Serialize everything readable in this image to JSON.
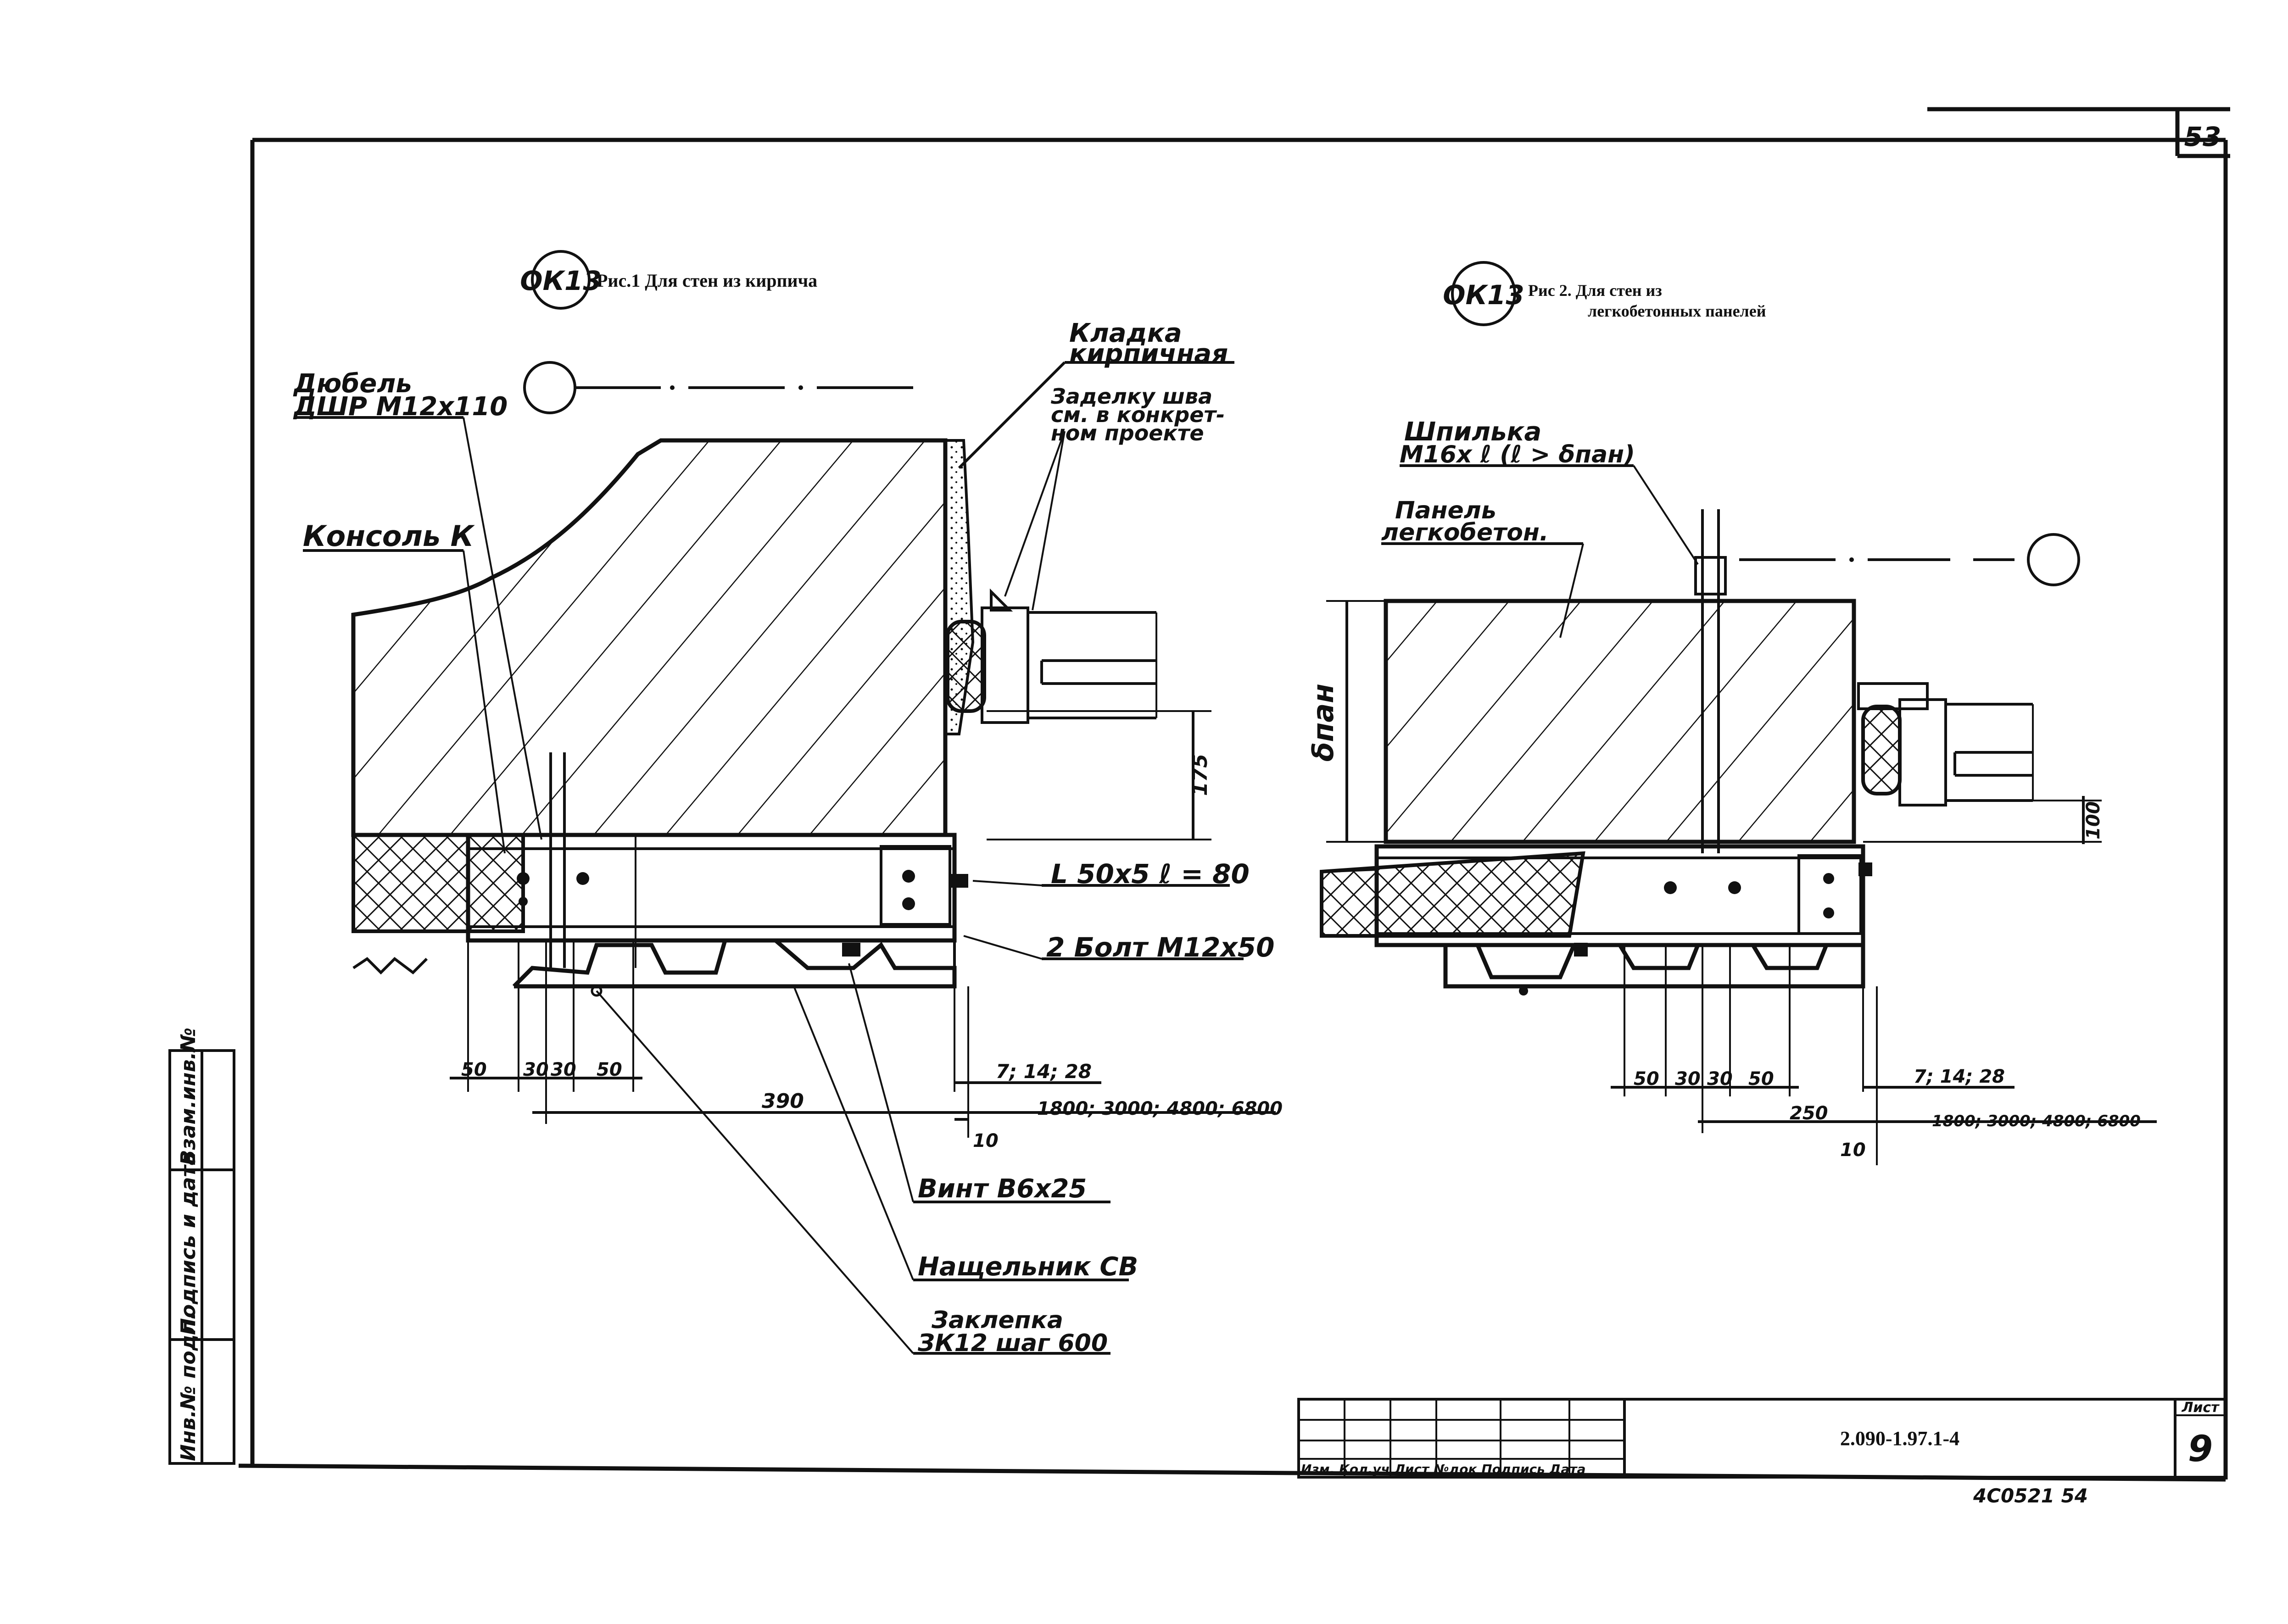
{
  "sheet": {
    "page_number": "53",
    "doc_code": "2.090-1.97.1-4",
    "sheet_label": "Лист",
    "sheet_number": "9",
    "archive_number": "4С0521   54",
    "title_block_row": "Изм. Кол.уч Лист №док Подпись Дата",
    "side_stamps": [
      "Инв.№ подл.",
      "Подпись и дата",
      "Взам.инв.№"
    ]
  },
  "figure1": {
    "marker": "ОК13",
    "caption": "Рис.1 Для стен из кирпича",
    "labels": {
      "masonry": [
        "Кладка",
        "кирпичная"
      ],
      "seal": [
        "Заделку шва",
        "см. в конкрет-",
        "ном проекте"
      ],
      "dowel": [
        "Дюбель",
        "ДШР М12х110"
      ],
      "bracket": "Консоль К",
      "angle": "L 50х5  ℓ = 80",
      "bolts": "2 Болт  М12х50",
      "screw": "Винт В6х25",
      "sill": "Нащельник СВ",
      "rivet": [
        "Заклепка",
        "ЗК12 шаг 600"
      ]
    },
    "dims": {
      "d1": "50",
      "d2": "30",
      "d3": "30",
      "d4": "50",
      "depth": "390",
      "height": "175",
      "gap": "7; 14; 28",
      "lengths": "1800; 3000; 4800; 6800",
      "offset": "10"
    }
  },
  "figure2": {
    "marker": "ОК13",
    "caption_line1": "Рис 2. Для стен из",
    "caption_line2": "легкобетонных панелей",
    "labels": {
      "stud": [
        "Шпилька",
        "М16х ℓ (ℓ > δпан)"
      ],
      "panel": [
        "Панель",
        "легкобетон."
      ],
      "thickness": "δпан"
    },
    "dims": {
      "d1": "50",
      "d2": "30",
      "d3": "30",
      "d4": "50",
      "depth": "250",
      "height": "100",
      "gap": "7; 14; 28",
      "lengths": "1800; 3000; 4800; 6800",
      "offset": "10"
    }
  }
}
